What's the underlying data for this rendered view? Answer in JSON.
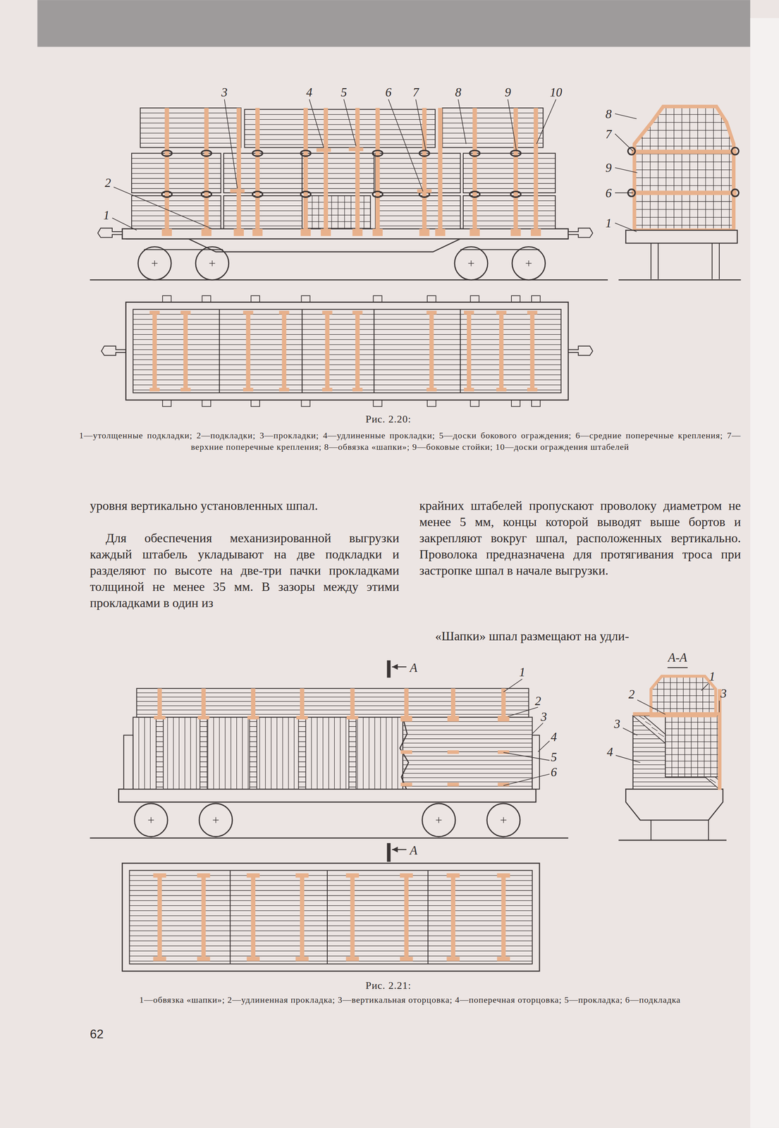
{
  "diagram": {
    "labels": [
      "3",
      "4",
      "5",
      "6",
      "7",
      "8",
      "9",
      "10",
      "2",
      "1",
      "8",
      "7",
      "9",
      "6",
      "1",
      "Рис. 2.20:",
      "1—утолщенные подкладки; 2—подкладки; 3—прокладки; 4—удлиненные прокладки; 5—доски бокового ограждения; 6—средние поперечные крепления; 7—верхние поперечные крепления; 8—обвязка «шапки»; 9—боковые стойки; 10—доски ограждения штабелей",
      "уровня вертикально установленных шпал.",
      "Для обеспечения механизированной выгрузки каждый штабель укладывают на две подкладки и разделяют по высоте на две-три пачки прокладками толщиной не менее 35 мм. В зазоры между этими прокладками в один из",
      "крайних штабелей пропускают проволоку диаметром не менее 5 мм, концы которой выводят выше бортов и закрепляют вокруг шпал, расположенных вертикально. Проволока предназначена для протягивания троса при застропке шпал в начале выгрузки.",
      "«Шапки» шпал размещают на удли-",
      "А",
      "А-А",
      "1",
      "2",
      "3",
      "4",
      "5",
      "6",
      "1",
      "2",
      "3",
      "3",
      "4",
      "А",
      "Рис. 2.21:",
      "1—обвязка «шапки»; 2—удлиненная прокладка; 3—вертикальная оторцовка; 4—поперечная оторцовка; 5—прокладка; 6—подкладка",
      "62"
    ]
  }
}
